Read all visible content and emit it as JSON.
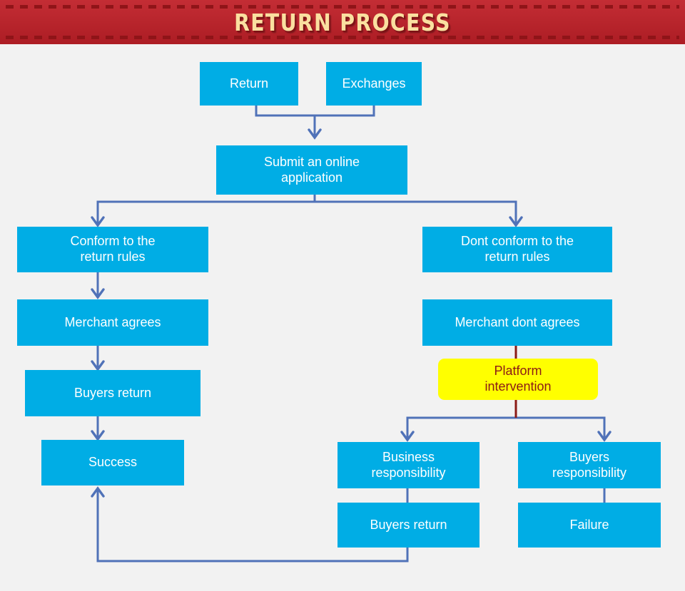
{
  "header": {
    "title": "RETURN PROCESS",
    "bg_color": "#c02028",
    "title_color": "#fae0a0",
    "dash_color": "#8f1418"
  },
  "theme": {
    "background": "#f2f2f2",
    "node_fill": "#00ade5",
    "node_text": "#ffffff",
    "highlight_fill": "#ffff00",
    "highlight_text": "#8b1a16",
    "edge_color": "#5072b8",
    "edge_accent_color": "#8b1a16"
  },
  "flow": {
    "nodes": {
      "return": {
        "label": "Return"
      },
      "exchanges": {
        "label": "Exchanges"
      },
      "submit": {
        "line1": "Submit an online",
        "line2": "application"
      },
      "conform": {
        "line1": "Conform to the",
        "line2": "return rules"
      },
      "merchant_agrees": {
        "label": "Merchant agrees"
      },
      "buyers_return_left": {
        "label": "Buyers return"
      },
      "success": {
        "label": "Success"
      },
      "dont_conform": {
        "line1": "Dont conform to the",
        "line2": "return rules"
      },
      "merchant_dont_agrees": {
        "label": "Merchant dont agrees"
      },
      "platform_intervention": {
        "line1": "Platform",
        "line2": "intervention"
      },
      "business_responsibility": {
        "line1": "Business",
        "line2": "responsibility"
      },
      "buyers_responsibility": {
        "line1": "Buyers",
        "line2": "responsibility"
      },
      "buyers_return_bottom": {
        "label": "Buyers return"
      },
      "failure": {
        "label": "Failure"
      }
    }
  }
}
